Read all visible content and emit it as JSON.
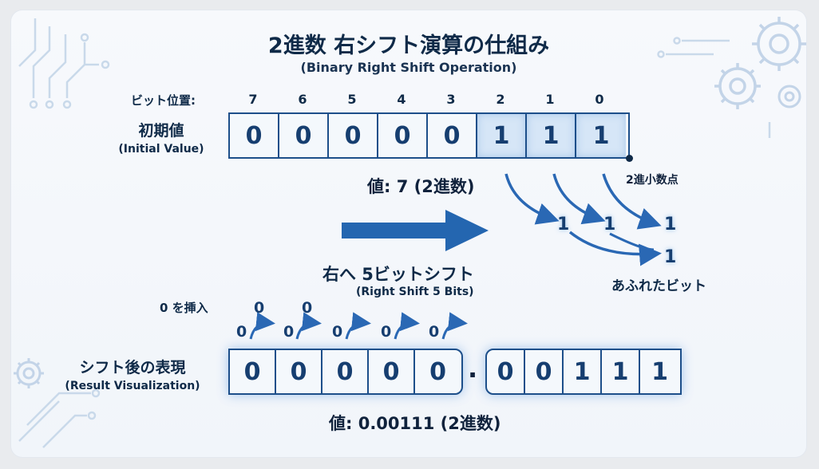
{
  "title": "2進数 右シフト演算の仕組み",
  "subtitle": "(Binary Right Shift Operation)",
  "bit_position": {
    "label": "ビット位置:",
    "positions": [
      "7",
      "6",
      "5",
      "4",
      "3",
      "2",
      "1",
      "0"
    ]
  },
  "initial": {
    "label": "初期値",
    "sublabel": "(Initial Value)",
    "bits": [
      "0",
      "0",
      "0",
      "0",
      "0",
      "1",
      "1",
      "1"
    ],
    "highlighted_bits": [
      5,
      6,
      7
    ],
    "value_text": "値: 7 (2進数)",
    "point_label": "2進小数点"
  },
  "shift": {
    "label": "右へ 5ビットシフト",
    "sublabel": "(Right Shift 5 Bits)"
  },
  "overflow": {
    "bits": [
      "1",
      "1",
      "1",
      "1"
    ],
    "label": "あふれたビット"
  },
  "insert": {
    "label": "0 を挿入",
    "zeros_upper": [
      "0",
      "0"
    ],
    "zeros_lower": [
      "0",
      "0",
      "0",
      "0",
      "0"
    ]
  },
  "result": {
    "label": "シフト後の表現",
    "sublabel": "(Result Visualization)",
    "integer_bits": [
      "0",
      "0",
      "0",
      "0",
      "0"
    ],
    "separator": ".",
    "fraction_bits": [
      "0",
      "0",
      "1",
      "1",
      "1"
    ],
    "value_text": "値: 0.00111 (2進数)"
  },
  "colors": {
    "primary": "#1d4f8a",
    "highlight": "#d6e6f7",
    "arrow": "#2a68b4",
    "text": "#0f2a48"
  }
}
